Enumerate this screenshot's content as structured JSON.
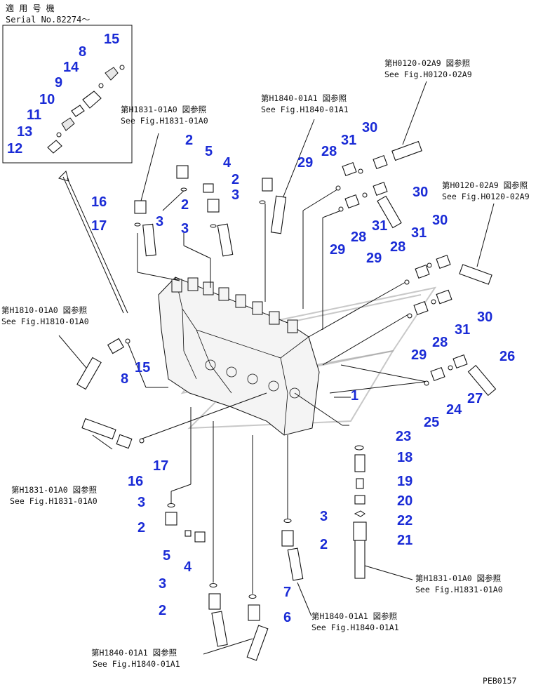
{
  "header": {
    "applicable_model": "適 用 号 機",
    "serial": "Serial No.82274～"
  },
  "references": [
    {
      "id": "r1",
      "jp": "第H0120-02A9 図参照",
      "en": "See Fig.H0120-02A9"
    },
    {
      "id": "r2",
      "jp": "第H1840-01A1 図参照",
      "en": "See Fig.H1840-01A1"
    },
    {
      "id": "r3",
      "jp": "第H1831-01A0 図参照",
      "en": "See Fig.H1831-01A0"
    },
    {
      "id": "r4",
      "jp": "第H0120-02A9 図参照",
      "en": "See Fig.H0120-02A9"
    },
    {
      "id": "r5",
      "jp": "第H1810-01A0 図参照",
      "en": "See Fig.H1810-01A0"
    },
    {
      "id": "r6",
      "jp": "第H1831-01A0 図参照",
      "en": "See Fig.H1831-01A0"
    },
    {
      "id": "r7",
      "jp": "第H1831-01A0 図参照",
      "en": "See Fig.H1831-01A0"
    },
    {
      "id": "r8",
      "jp": "第H1840-01A1 図参照",
      "en": "See Fig.H1840-01A1"
    },
    {
      "id": "r9",
      "jp": "第H1840-01A1 図参照",
      "en": "See Fig.H1840-01A1"
    }
  ],
  "callouts": [
    {
      "n": "15"
    },
    {
      "n": "8"
    },
    {
      "n": "14"
    },
    {
      "n": "9"
    },
    {
      "n": "10"
    },
    {
      "n": "11"
    },
    {
      "n": "13"
    },
    {
      "n": "12"
    },
    {
      "n": "2"
    },
    {
      "n": "5"
    },
    {
      "n": "4"
    },
    {
      "n": "2"
    },
    {
      "n": "3"
    },
    {
      "n": "16"
    },
    {
      "n": "3"
    },
    {
      "n": "2"
    },
    {
      "n": "17"
    },
    {
      "n": "3"
    },
    {
      "n": "29"
    },
    {
      "n": "28"
    },
    {
      "n": "31"
    },
    {
      "n": "30"
    },
    {
      "n": "30"
    },
    {
      "n": "28"
    },
    {
      "n": "31"
    },
    {
      "n": "29"
    },
    {
      "n": "30"
    },
    {
      "n": "31"
    },
    {
      "n": "28"
    },
    {
      "n": "29"
    },
    {
      "n": "30"
    },
    {
      "n": "31"
    },
    {
      "n": "28"
    },
    {
      "n": "29"
    },
    {
      "n": "26"
    },
    {
      "n": "1"
    },
    {
      "n": "27"
    },
    {
      "n": "24"
    },
    {
      "n": "25"
    },
    {
      "n": "15"
    },
    {
      "n": "8"
    },
    {
      "n": "17"
    },
    {
      "n": "16"
    },
    {
      "n": "23"
    },
    {
      "n": "18"
    },
    {
      "n": "19"
    },
    {
      "n": "20"
    },
    {
      "n": "22"
    },
    {
      "n": "21"
    },
    {
      "n": "3"
    },
    {
      "n": "2"
    },
    {
      "n": "5"
    },
    {
      "n": "4"
    },
    {
      "n": "3"
    },
    {
      "n": "2"
    },
    {
      "n": "3"
    },
    {
      "n": "2"
    },
    {
      "n": "7"
    },
    {
      "n": "6"
    }
  ],
  "footer": {
    "code": "PEB0157"
  },
  "colors": {
    "callout": "#1a2bd6",
    "line": "#111111"
  }
}
